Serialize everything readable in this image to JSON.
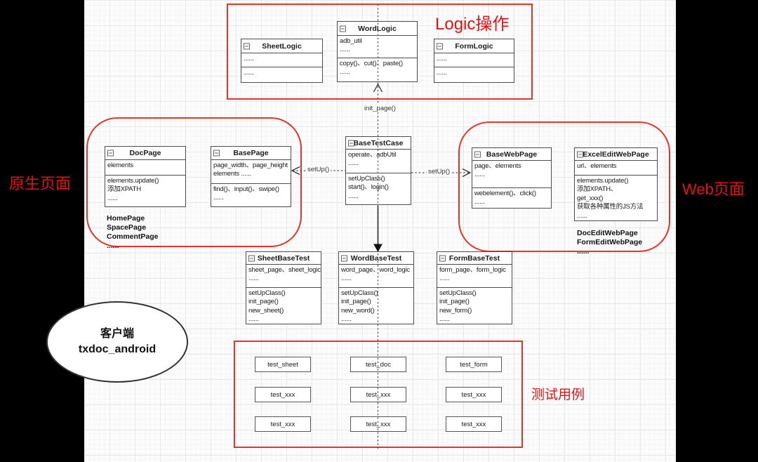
{
  "regions": {
    "logic": "Logic操作",
    "native": "原生页面",
    "web": "Web页面",
    "tests": "测试用例"
  },
  "client": {
    "line1": "客户端",
    "line2": "txdoc_android"
  },
  "classes": {
    "sheet_logic": {
      "name": "SheetLogic",
      "attrs": [
        "......"
      ],
      "methods": [
        "......"
      ]
    },
    "word_logic": {
      "name": "WordLogic",
      "attrs": [
        "adb_util",
        "......"
      ],
      "methods": [
        "copy()、cut()、paste()",
        "......"
      ]
    },
    "form_logic": {
      "name": "FormLogic",
      "attrs": [
        "......"
      ],
      "methods": [
        "......"
      ]
    },
    "base_test_case": {
      "name": "BaseTestCase",
      "attrs": [
        "operate、adbUtil",
        "......"
      ],
      "methods": [
        "setUpClass()",
        "start()、login()",
        "......"
      ]
    },
    "doc_page": {
      "name": "DocPage",
      "attrs": [
        "elements"
      ],
      "methods": [
        "elements.update()",
        "添加XPATH",
        "......"
      ]
    },
    "base_page": {
      "name": "BasePage",
      "attrs": [
        "page_width、page_height",
        "elements ......"
      ],
      "methods": [
        "find()、input()、swipe()",
        "......"
      ]
    },
    "base_web_page": {
      "name": "BaseWebPage",
      "attrs": [
        "page、elements",
        "......"
      ],
      "methods": [
        "webelement()、click()",
        "......"
      ]
    },
    "excel_edit_web_page": {
      "name": "ExcelEditWebPage",
      "attrs": [
        "url、elements"
      ],
      "methods": [
        "elements.update()",
        "添加XPATH、",
        "get_xxx()",
        "获取各种属性的JS方法",
        "......"
      ]
    },
    "sheet_base_test": {
      "name": "SheetBaseTest",
      "attrs": [
        "sheet_page、sheet_logic",
        "......"
      ],
      "methods": [
        "setUpClass()",
        "init_page()",
        "new_sheet()",
        "......"
      ]
    },
    "word_base_test": {
      "name": "WordBaseTest",
      "attrs": [
        "word_page、word_logic",
        "......"
      ],
      "methods": [
        "setUpClass()",
        "init_page()",
        "new_word()",
        "......"
      ]
    },
    "form_base_test": {
      "name": "FormBaseTest",
      "attrs": [
        "form_page、form_logic",
        "......"
      ],
      "methods": [
        "setUpClass()",
        "init_page()",
        "new_form()",
        "......"
      ]
    }
  },
  "page_lists": {
    "native_pages": [
      "HomePage",
      "SpacePage",
      "CommentPage",
      "......"
    ],
    "web_pages": [
      "DocEditWebPage",
      "FormEditWebPage",
      "......"
    ]
  },
  "test_cases": {
    "rows": [
      [
        "test_sheet",
        "test_doc",
        "test_form"
      ],
      [
        "test_xxx",
        "test_xxx",
        "test_xxx"
      ],
      [
        "test_xxx",
        "test_xxx",
        "test_xxx"
      ]
    ]
  },
  "arrows": {
    "init_page": "init_page()",
    "setup_left": "setUp()",
    "setup_right": "setUp()"
  },
  "colors": {
    "region_red": "#e5342c",
    "label_red": "#e51212",
    "box_border": "#4d4d4d",
    "letterbox": "#000000",
    "canvas": "#fcfcfc"
  }
}
